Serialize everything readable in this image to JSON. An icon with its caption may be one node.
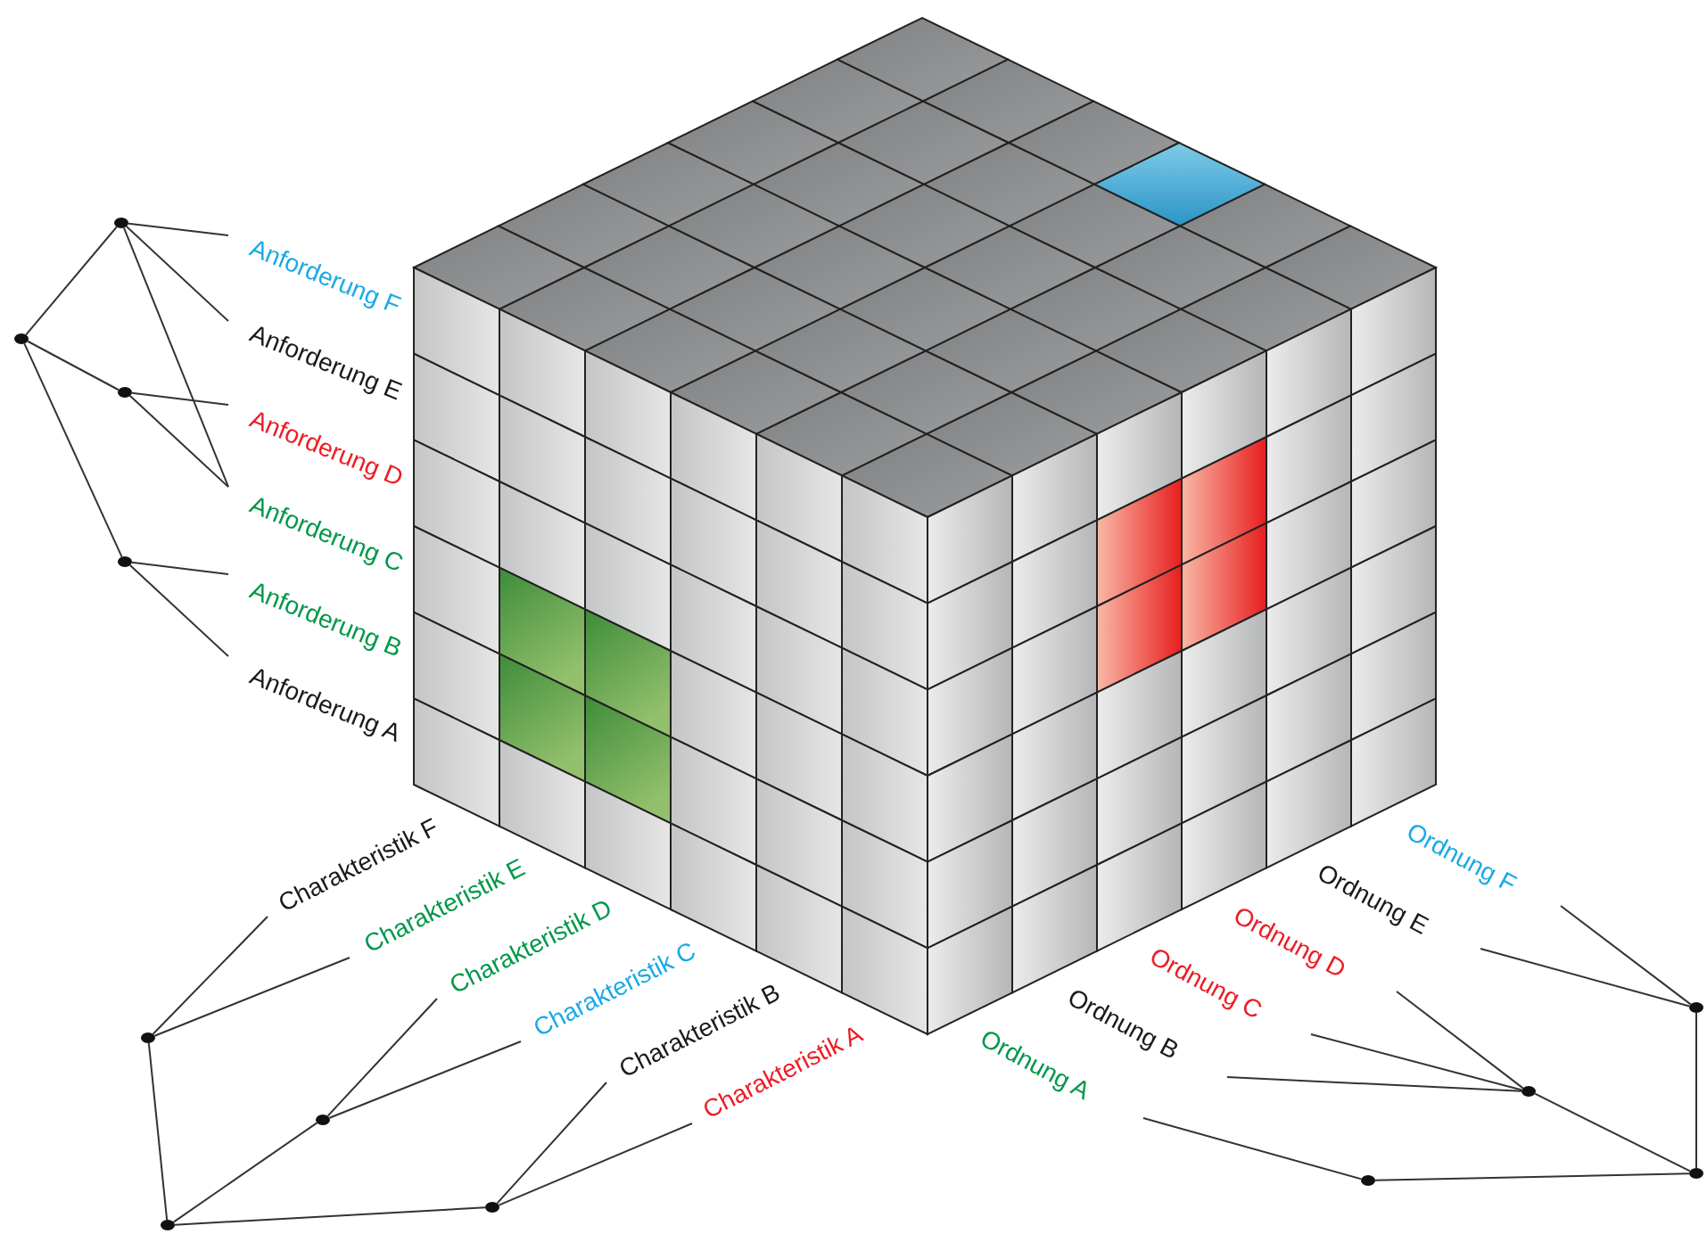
{
  "diagram": {
    "nodes": [
      {
        "text": [],
        "shape": "circle"
      },
      {
        "text": [],
        "shape": "circle"
      },
      {
        "text": [],
        "shape": "circle"
      },
      {
        "text": [],
        "shape": "circle"
      },
      {
        "text": [
          "Anforderung F"
        ]
      },
      {
        "text": [
          "Anforderung E"
        ]
      },
      {
        "text": [
          "Anforderung D"
        ]
      },
      {
        "text": [
          "Anforderung C"
        ]
      },
      {
        "text": [
          "Anforderung B"
        ]
      },
      {
        "text": [
          "Anforderung A"
        ]
      },
      {
        "text": [
          "Charakteristik F"
        ]
      },
      {
        "text": [
          "Charakteristik E"
        ]
      },
      {
        "text": [
          "Charakteristik D"
        ]
      },
      {
        "text": [
          "Charakteristik C"
        ]
      },
      {
        "text": [
          "Charakteristik B"
        ]
      },
      {
        "text": [
          "Charakteristik A"
        ]
      },
      {
        "text": [],
        "shape": "circle"
      },
      {
        "text": [],
        "shape": "circle"
      },
      {
        "text": [],
        "shape": "circle"
      },
      {
        "text": [],
        "shape": "circle"
      },
      {
        "text": [
          "Ordnung F"
        ]
      },
      {
        "text": [
          "Ordnung E"
        ]
      },
      {
        "text": [
          "Ordnung D"
        ]
      },
      {
        "text": [
          "Ordnung C"
        ]
      },
      {
        "text": [
          "Ordnung B"
        ]
      },
      {
        "text": [
          "Ordnung A"
        ]
      },
      {
        "text": [],
        "shape": "circle"
      },
      {
        "text": [],
        "shape": "circle"
      },
      {
        "text": [],
        "shape": "circle"
      },
      {
        "text": [],
        "shape": "circle"
      }
    ],
    "edges": [
      {
        "from": 0,
        "to": 1,
        "arrow": "none"
      },
      {
        "from": 0,
        "to": 2,
        "arrow": "none"
      },
      {
        "from": 0,
        "to": 3,
        "arrow": "none"
      },
      {
        "from": 1,
        "to": 4,
        "arrow": "none"
      },
      {
        "from": 1,
        "to": 5,
        "arrow": "none"
      },
      {
        "from": 1,
        "to": 7,
        "arrow": "none"
      },
      {
        "from": 2,
        "to": 6,
        "arrow": "none"
      },
      {
        "from": 2,
        "to": 7,
        "arrow": "none"
      },
      {
        "from": 3,
        "to": 8,
        "arrow": "none"
      },
      {
        "from": 3,
        "to": 9,
        "arrow": "none"
      },
      {
        "from": 19,
        "to": 16,
        "arrow": "none"
      },
      {
        "from": 19,
        "to": 17,
        "arrow": "none"
      },
      {
        "from": 19,
        "to": 18,
        "arrow": "none"
      },
      {
        "from": 16,
        "to": 10,
        "arrow": "none"
      },
      {
        "from": 16,
        "to": 11,
        "arrow": "none"
      },
      {
        "from": 17,
        "to": 12,
        "arrow": "none"
      },
      {
        "from": 17,
        "to": 13,
        "arrow": "none"
      },
      {
        "from": 18,
        "to": 14,
        "arrow": "none"
      },
      {
        "from": 18,
        "to": 15,
        "arrow": "none"
      },
      {
        "from": 29,
        "to": 26,
        "arrow": "none"
      },
      {
        "from": 29,
        "to": 27,
        "arrow": "none"
      },
      {
        "from": 29,
        "to": 28,
        "arrow": "none"
      },
      {
        "from": 26,
        "to": 20,
        "arrow": "none"
      },
      {
        "from": 26,
        "to": 21,
        "arrow": "none"
      },
      {
        "from": 27,
        "to": 22,
        "arrow": "none"
      },
      {
        "from": 27,
        "to": 23,
        "arrow": "none"
      },
      {
        "from": 27,
        "to": 24,
        "arrow": "none"
      },
      {
        "from": 28,
        "to": 25,
        "arrow": "none"
      }
    ]
  }
}
